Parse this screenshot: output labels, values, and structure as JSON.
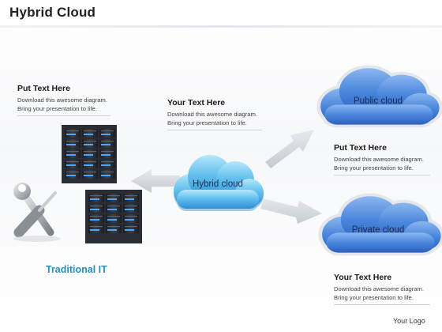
{
  "title": "Hybrid Cloud",
  "blocks": {
    "left": {
      "heading": "Put Text Here",
      "line1": "Download this awesome diagram.",
      "line2": "Bring your presentation to life."
    },
    "center": {
      "heading": "Your Text Here",
      "line1": "Download this awesome diagram.",
      "line2": "Bring your presentation to life."
    },
    "right_top": {
      "heading": "Put Text Here",
      "line1": "Download this awesome diagram.",
      "line2": "Bring your presentation to life."
    },
    "right_bottom": {
      "heading": "Your Text Here",
      "line1": "Download this awesome diagram.",
      "line2": "Bring your presentation to life."
    }
  },
  "clouds": {
    "hybrid": "Hybrid cloud",
    "public": "Public cloud",
    "private": "Private cloud"
  },
  "traditional_label": "Traditional IT",
  "logo_text": "Your Logo",
  "colors": {
    "cloud_light": "#8fd6f7",
    "cloud_mid": "#41a8e2",
    "cloud_blue": "#3f7fd8",
    "cloud_deep": "#2c5fbe",
    "server_body": "#2a2d33",
    "server_led": "#4fa6ff",
    "arrow": "#d5d9de",
    "traditional_text": "#2b8fb7"
  },
  "icons": [
    "server-rack-icon",
    "wrench-icon",
    "screwdriver-icon",
    "arrow-icon"
  ]
}
